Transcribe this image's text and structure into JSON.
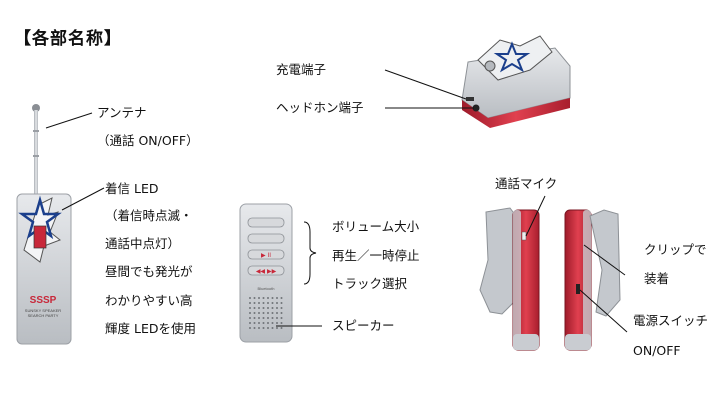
{
  "title": "【各部名称】",
  "labels": {
    "antenna": "アンテナ",
    "antenna_note": "（通話 ON/OFF）",
    "led_1": "着信 LED",
    "led_2": "（着信時点滅・",
    "led_3": "通話中点灯）",
    "led_4": "昼間でも発光が",
    "led_5": "わかりやすい高",
    "led_6": "輝度 LEDを使用",
    "charge": "充電端子",
    "headphone": "ヘッドホン端子",
    "volume": "ボリューム大小",
    "play": "再生／一時停止",
    "track": "トラック選択",
    "speaker": "スピーカー",
    "mic": "通話マイク",
    "clip_1": "クリップで",
    "clip_2": "装着",
    "power_1": "電源スイッチ",
    "power_2": "ON/OFF"
  },
  "device_text": {
    "brand": "SSSP",
    "sub1": "SUNSKY SPEAKER",
    "sub2": "SEARCH PARTY",
    "bluetooth": "Bluetooth"
  },
  "colors": {
    "body_red": "#c8283a",
    "body_silver": "#c9ccd1",
    "line": "#111111"
  }
}
